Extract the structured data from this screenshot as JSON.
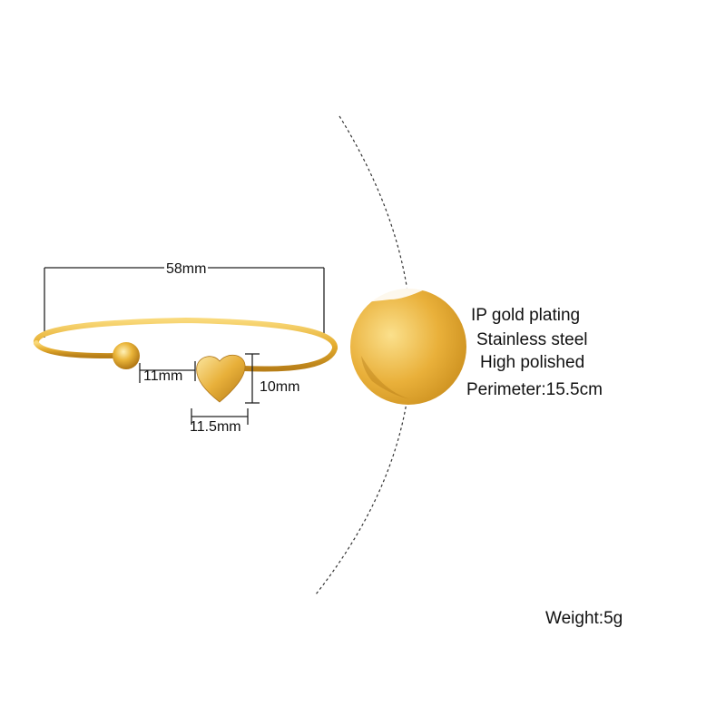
{
  "product": {
    "dimensions": {
      "bangle_width": "58mm",
      "gap_length": "11mm",
      "heart_height": "10mm",
      "heart_width": "11.5mm"
    },
    "specs": [
      "IP gold plating",
      "Stainless steel",
      "High polished"
    ],
    "perimeter": "Perimeter:15.5cm",
    "weight": "Weight:5g"
  },
  "colors": {
    "gold": "#e3a92a",
    "gold_light": "#f8d46f",
    "gold_dark": "#b9801a",
    "line": "#222222"
  }
}
